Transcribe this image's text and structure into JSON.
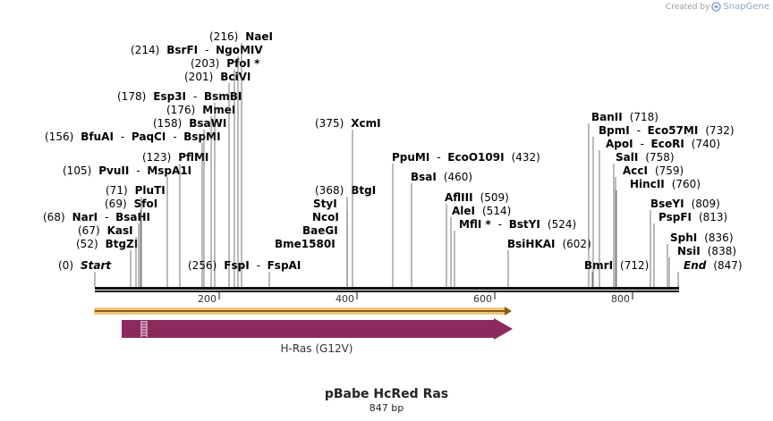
{
  "branding": {
    "prefix": "Created by",
    "name": "SnapGene",
    "icon": "snapgene-logo-icon"
  },
  "title": "pBabe HcRed Ras",
  "length_label": "847 bp",
  "feature": {
    "name": "H-Ras (G12V)",
    "color": "#8c2a5e"
  },
  "orf_color": "#e8a33a",
  "ticks": [
    "200",
    "400",
    "600",
    "800"
  ],
  "sites": [
    {
      "pos": "(0)",
      "names": [
        "Start"
      ],
      "italic": true
    },
    {
      "pos": "(52)",
      "names": [
        "BtgZI"
      ]
    },
    {
      "pos": "(67)",
      "names": [
        "KasI"
      ]
    },
    {
      "pos": "(68)",
      "names": [
        "NarI",
        "BsaHI"
      ]
    },
    {
      "pos": "(69)",
      "names": [
        "SfoI"
      ]
    },
    {
      "pos": "(71)",
      "names": [
        "PluTI"
      ]
    },
    {
      "pos": "(105)",
      "names": [
        "PvuII",
        "MspA1I"
      ]
    },
    {
      "pos": "(123)",
      "names": [
        "PflMI"
      ]
    },
    {
      "pos": "(156)",
      "names": [
        "BfuAI",
        "PaqCI",
        "BspMI"
      ]
    },
    {
      "pos": "(158)",
      "names": [
        "BsaWI"
      ]
    },
    {
      "pos": "(176)",
      "names": [
        "MmeI"
      ]
    },
    {
      "pos": "(178)",
      "names": [
        "Esp3I",
        "BsmBI"
      ]
    },
    {
      "pos": "(201)",
      "names": [
        "BciVI"
      ]
    },
    {
      "pos": "(203)",
      "names": [
        "PfoI *"
      ]
    },
    {
      "pos": "(214)",
      "names": [
        "BsrFI",
        "NgoMIV"
      ]
    },
    {
      "pos": "(216)",
      "names": [
        "NaeI"
      ]
    },
    {
      "pos": "(256)",
      "names": [
        "FspI",
        "FspAI"
      ]
    },
    {
      "pos": "(368)",
      "names": [
        "BtgI"
      ]
    },
    {
      "pos": "",
      "names": [
        "StyI"
      ]
    },
    {
      "pos": "",
      "names": [
        "NcoI"
      ]
    },
    {
      "pos": "",
      "names": [
        "BaeGI"
      ]
    },
    {
      "pos": "",
      "names": [
        "Bme1580I"
      ]
    },
    {
      "pos": "(375)",
      "names": [
        "XcmI"
      ]
    },
    {
      "pos": "(432)",
      "names": [
        "PpuMI",
        "EcoO109I"
      ]
    },
    {
      "pos": "(460)",
      "names": [
        "BsaI"
      ]
    },
    {
      "pos": "(509)",
      "names": [
        "AflIII"
      ]
    },
    {
      "pos": "(514)",
      "names": [
        "AleI"
      ]
    },
    {
      "pos": "(524)",
      "names": [
        "MflI *",
        "BstYI"
      ]
    },
    {
      "pos": "(602)",
      "names": [
        "BsiHKAI"
      ]
    },
    {
      "pos": "(712)",
      "names": [
        "BmrI"
      ]
    },
    {
      "pos": "(718)",
      "names": [
        "BanII"
      ]
    },
    {
      "pos": "(732)",
      "names": [
        "BpmI",
        "Eco57MI"
      ]
    },
    {
      "pos": "(740)",
      "names": [
        "ApoI",
        "EcoRI"
      ]
    },
    {
      "pos": "(758)",
      "names": [
        "SalI"
      ]
    },
    {
      "pos": "(759)",
      "names": [
        "AccI"
      ]
    },
    {
      "pos": "(760)",
      "names": [
        "HincII"
      ]
    },
    {
      "pos": "(809)",
      "names": [
        "BseYI"
      ]
    },
    {
      "pos": "(813)",
      "names": [
        "PspFI"
      ]
    },
    {
      "pos": "(836)",
      "names": [
        "SphI"
      ]
    },
    {
      "pos": "(838)",
      "names": [
        "NsiI"
      ]
    },
    {
      "pos": "(847)",
      "names": [
        "End"
      ],
      "italic": true
    }
  ]
}
